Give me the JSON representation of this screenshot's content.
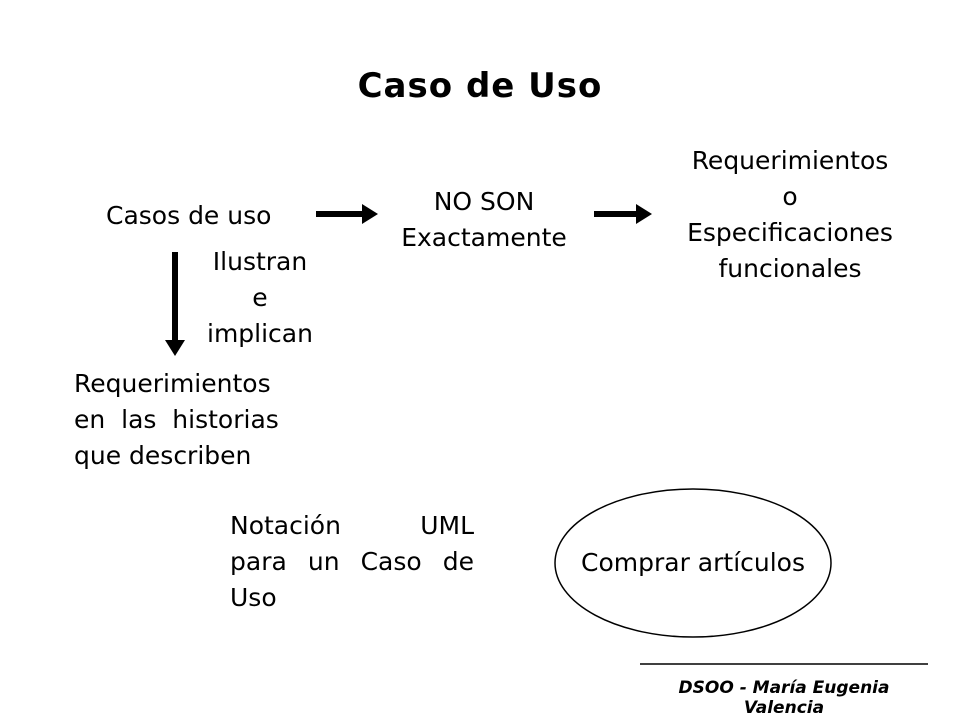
{
  "slide": {
    "title": "Caso de Uso",
    "casos_de_uso": "Casos de uso",
    "no_son": [
      "NO SON",
      "Exactamente"
    ],
    "requerimientos_func": [
      "Requerimientos",
      "o",
      "Especificaciones",
      "funcionales"
    ],
    "ilustran": [
      "Ilustran",
      "e",
      "implican"
    ],
    "requerimientos_hist": [
      "Requerimientos",
      "en  las  historias",
      "que describen"
    ],
    "notacion": {
      "line1_left": "Notación",
      "line1_right": "UML",
      "line2_words": [
        "para",
        "un",
        "Caso",
        "de"
      ],
      "line3": "Uso"
    },
    "use_case_label": "Comprar artículos",
    "footer": [
      "DSOO - María Eugenia",
      "Valencia"
    ]
  }
}
